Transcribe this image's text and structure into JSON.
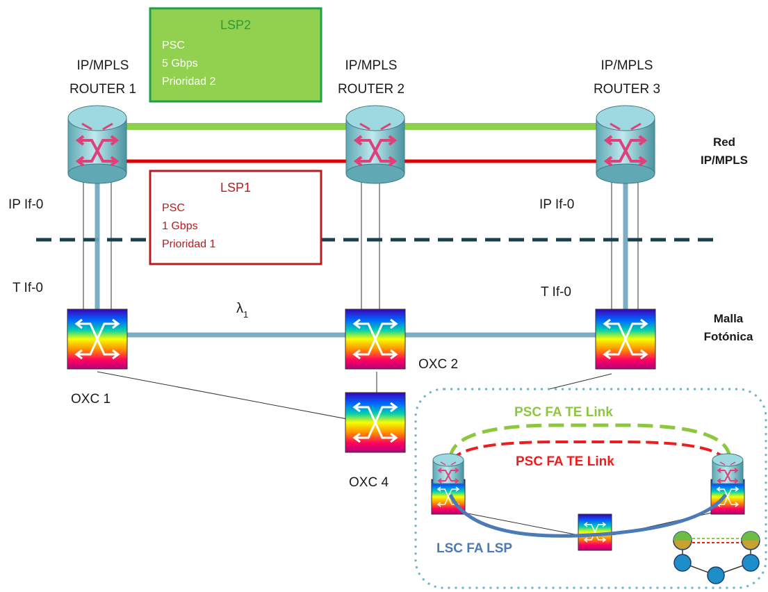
{
  "routers": {
    "r1": {
      "line1": "IP/MPLS",
      "line2": "ROUTER 1"
    },
    "r2": {
      "line1": "IP/MPLS",
      "line2": "ROUTER 2"
    },
    "r3": {
      "line1": "IP/MPLS",
      "line2": "ROUTER 3"
    }
  },
  "lsp2": {
    "title": "LSP2",
    "type": "PSC",
    "bandwidth": "5 Gbps",
    "priority": "Prioridad 2",
    "color": "#8dd14f"
  },
  "lsp1": {
    "title": "LSP1",
    "type": "PSC",
    "bandwidth": "1 Gbps",
    "priority": "Prioridad 1",
    "color": "#e30000"
  },
  "interfaces": {
    "ip_left": "IP If-0",
    "ip_right": "IP If-0",
    "t_left": "T If-0",
    "t_right": "T If-0"
  },
  "lambda": {
    "symbol": "λ",
    "sub": "1"
  },
  "layers": {
    "ip": {
      "line1": "Red",
      "line2": "IP/MPLS"
    },
    "photonic": {
      "line1": "Malla",
      "line2": "Fotónica"
    }
  },
  "oxcs": {
    "oxc1": "OXC 1",
    "oxc2": "OXC 2",
    "oxc4": "OXC 4"
  },
  "inset": {
    "fa_link_green": "PSC FA TE Link",
    "fa_link_red": "PSC FA TE Link",
    "lsc_fa_lsp": "LSC FA LSP",
    "green_color": "#8dc63f",
    "red_color": "#ee1c1c",
    "blue_color": "#4a7ab8"
  }
}
